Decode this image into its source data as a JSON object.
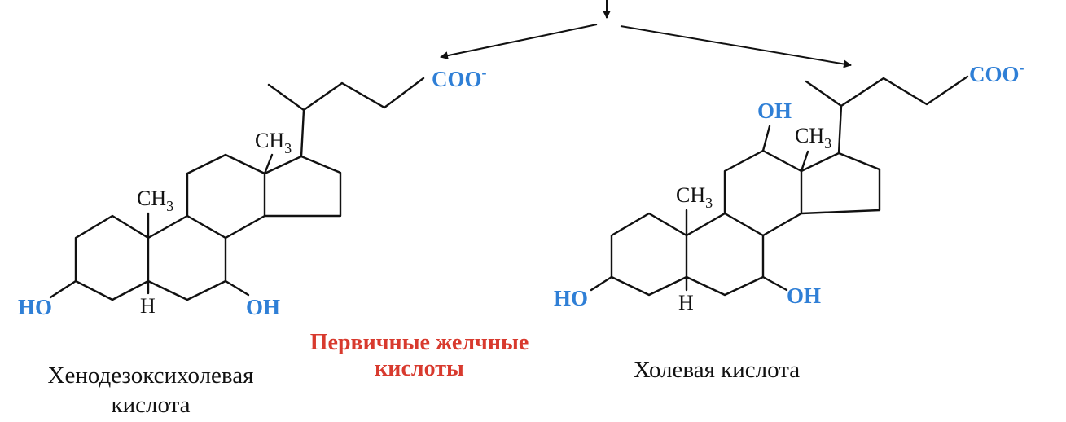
{
  "colors": {
    "functional_group": "#2f7fd6",
    "title": "#d83a2e",
    "text": "#111111",
    "bond": "#111111"
  },
  "title": {
    "line1": "Первичные желчные",
    "line2": "кислоты"
  },
  "left": {
    "name_line1": "Хенодезоксихолевая",
    "name_line2": "кислота",
    "carboxylate": "COO",
    "charge": "-",
    "methyl_ch": "CH",
    "methyl_sub": "3",
    "hydroxyl_3": "HO",
    "hydroxyl_7": "OH",
    "h5": "H"
  },
  "right": {
    "name": "Холевая кислота",
    "carboxylate": "COO",
    "charge": "-",
    "methyl_ch": "CH",
    "methyl_sub": "3",
    "hydroxyl_3": "HO",
    "hydroxyl_7": "OH",
    "hydroxyl_12": "OH",
    "h5": "H"
  }
}
